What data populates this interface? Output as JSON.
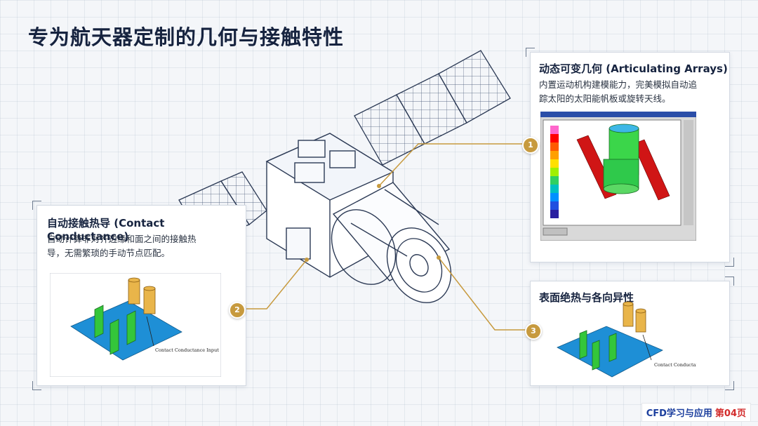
{
  "page": {
    "title": "专为航天器定制的几何与接触特性"
  },
  "panels": {
    "articulating": {
      "number": "1",
      "title": "动态可变几何 (Articulating Arrays)",
      "desc_line1": "内置运动机构建模能力，完美模拟自动追",
      "desc_line2": "踪太阳的太阳能帆板或旋转天线。"
    },
    "contact": {
      "number": "2",
      "title": "自动接触热导 (Contact Conductance)",
      "desc_line1": "自动计算非对齐边缘和面之间的接触热",
      "desc_line2": "导，无需繁琐的手动节点匹配。",
      "figure_label": "Contact Conductance Input"
    },
    "surface": {
      "number": "3",
      "title": "表面绝热与各向异性",
      "figure_label": "Contact Conductance Input"
    }
  },
  "footer": {
    "label": "CFD学习与应用",
    "page": "第04页"
  },
  "colors": {
    "accent_gold": "#c79a3e",
    "title_navy": "#16233f",
    "footer_blue": "#1c3f9e",
    "footer_red": "#d22b2b"
  }
}
